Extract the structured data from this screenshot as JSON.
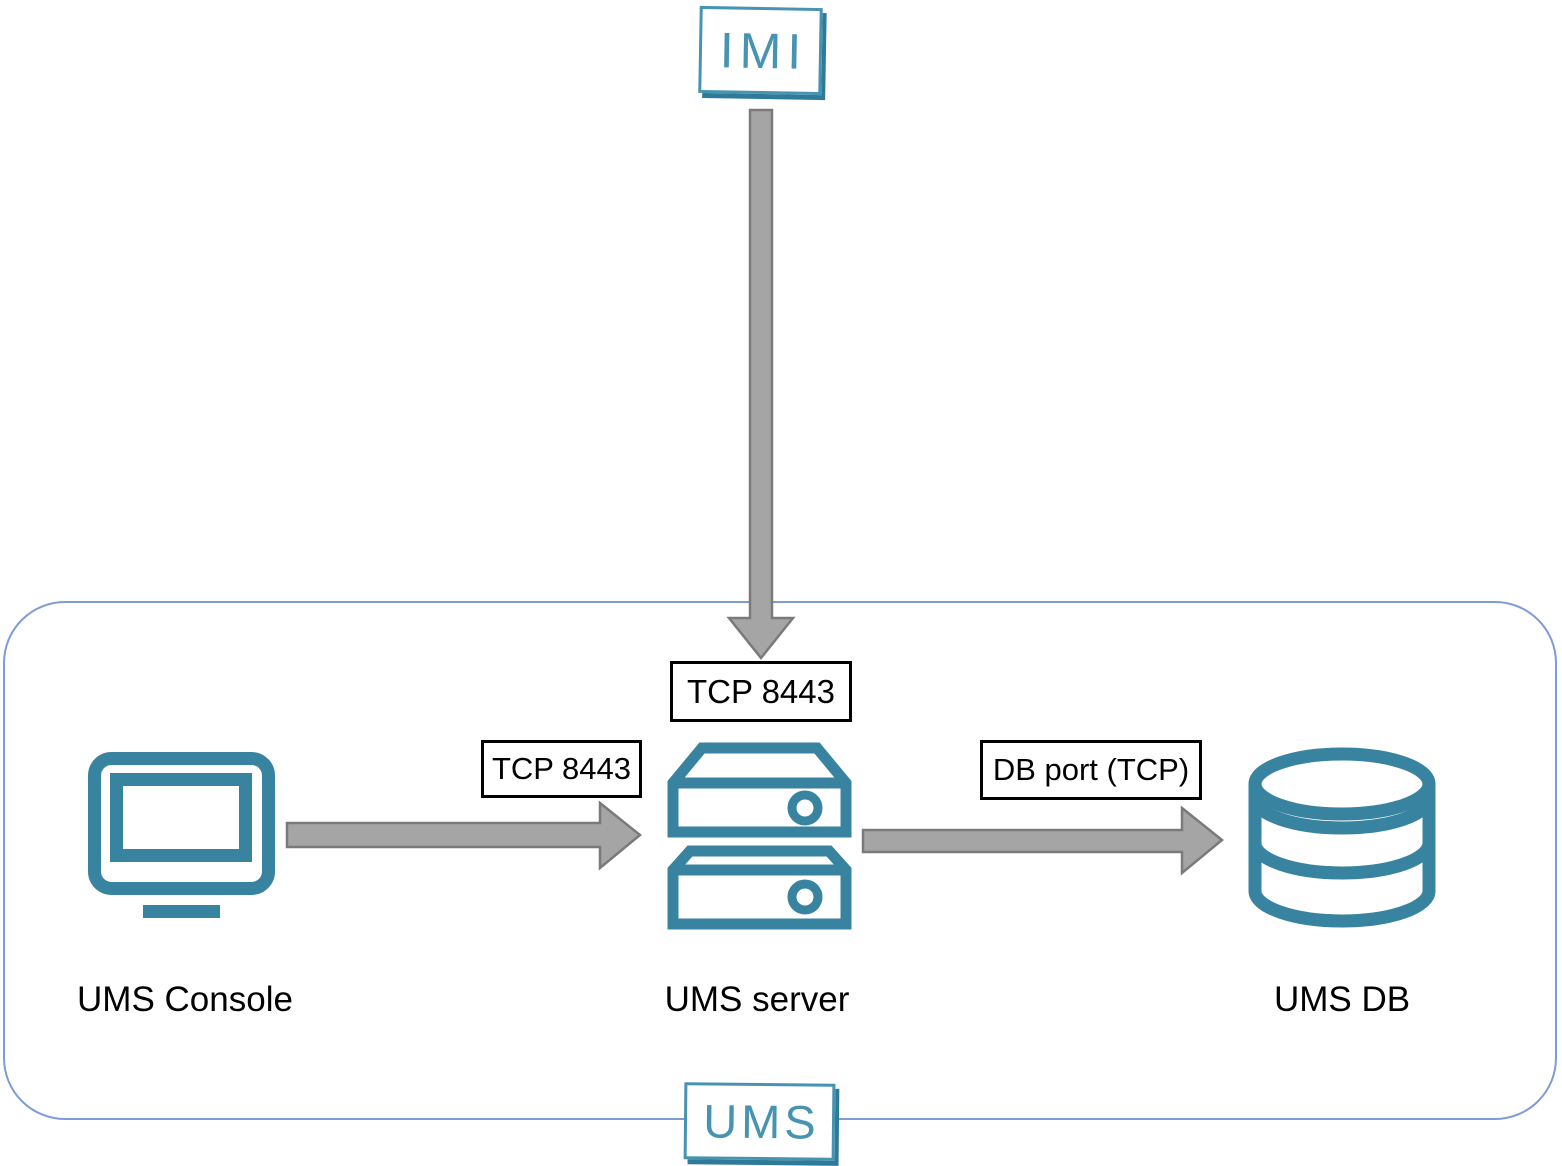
{
  "diagram": {
    "external_node": {
      "label": "IMI"
    },
    "container": {
      "label": "UMS"
    },
    "nodes": [
      {
        "id": "console",
        "label": "UMS Console",
        "icon": "monitor-icon"
      },
      {
        "id": "server",
        "label": "UMS server",
        "icon": "server-icon"
      },
      {
        "id": "db",
        "label": "UMS DB",
        "icon": "database-icon"
      }
    ],
    "connections": [
      {
        "from": "IMI",
        "to": "UMS server",
        "label": "TCP 8443",
        "direction": "down"
      },
      {
        "from": "UMS Console",
        "to": "UMS server",
        "label": "TCP 8443",
        "direction": "right"
      },
      {
        "from": "UMS server",
        "to": "UMS DB",
        "label": "DB port (TCP)",
        "direction": "right"
      }
    ],
    "colors": {
      "icon_teal": "#38839f",
      "logo_teal": "#4793b2",
      "logo_shadow": "#2e7b99",
      "container_border": "#7e9cd8",
      "arrow_fill": "#a5a5a5",
      "arrow_stroke": "#7a7a7a",
      "label_border": "#000000"
    }
  }
}
